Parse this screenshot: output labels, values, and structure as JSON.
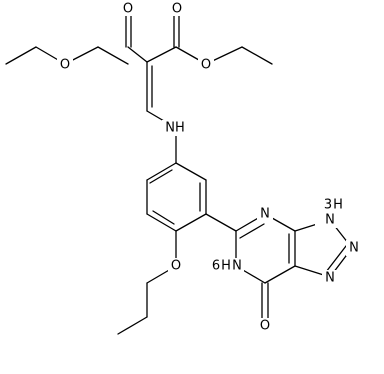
{
  "molecule": {
    "atoms": {
      "ester_o_top_left": "O",
      "ester_o_top_right": "O",
      "ester_o_mid_left": "O",
      "ester_o_mid_right": "O",
      "amine_nh": "NH",
      "propoxy_o": "O",
      "triazole_nh": "H",
      "triazole_n_a": "N",
      "triazole_n_b": "N",
      "pyrimidine_n_top": "N",
      "pyrimidine_nh": "H",
      "lactam_o": "O"
    },
    "sub_labels": {
      "triazole_nh_n": "N",
      "triazole_nh_num": "3",
      "pyrimidine_nh_n": "N",
      "pyrimidine_nh_num": "6"
    }
  }
}
